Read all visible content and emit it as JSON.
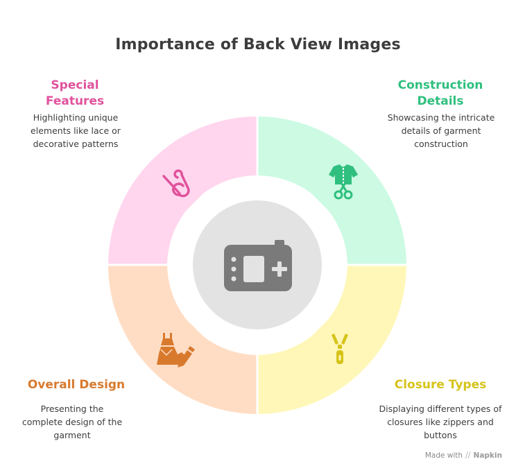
{
  "title": "Importance of Back View Images",
  "sections": {
    "special": {
      "label": "Special Features",
      "description": "Highlighting unique elements like lace or decorative patterns",
      "color": "#E0529C",
      "fill": "#FFD6EE",
      "icon": "safety-pin-icon"
    },
    "construction": {
      "label": "Construction Details",
      "description": "Showcasing the intricate details of garment construction",
      "color": "#2FBF7E",
      "fill": "#CCFAE3",
      "icon": "garment-scissors-icon"
    },
    "overall": {
      "label": "Overall Design",
      "description": "Presenting the complete design of the garment",
      "color": "#D87A2E",
      "fill": "#FFDDC4",
      "icon": "dress-pencil-icon"
    },
    "closure": {
      "label": "Closure Types",
      "description": "Displaying different types of closures like zippers and buttons",
      "color": "#D6C31A",
      "fill": "#FFF7B8",
      "icon": "zipper-icon"
    }
  },
  "center": {
    "icon": "camera-plus-icon",
    "fill": "#E3E3E3",
    "icon_color": "#7A7A7A"
  },
  "footer": {
    "made_with": "Made with",
    "brand": "Napkin"
  }
}
